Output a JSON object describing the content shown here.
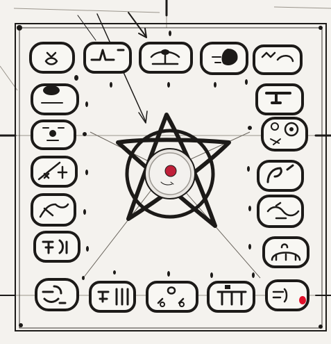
{
  "corner_mark": "4",
  "colors": {
    "ink": "#1c1a18",
    "paper": "#f4f2ee",
    "box_fill": "#f8f7f3",
    "center_red": "#c0203a",
    "accent_red": "#e0102a",
    "pencil": "#9a958c"
  },
  "glyphs": {
    "top": [
      "glyph-top-1",
      "glyph-top-2",
      "glyph-top-3",
      "glyph-top-4",
      "glyph-top-5"
    ],
    "right": [
      "glyph-right-1",
      "glyph-right-2",
      "glyph-right-3",
      "glyph-right-4",
      "glyph-right-5",
      "glyph-right-6"
    ],
    "bottom": [
      "glyph-bottom-1",
      "glyph-bottom-2",
      "glyph-bottom-3",
      "glyph-bottom-4",
      "glyph-bottom-5"
    ],
    "left": [
      "glyph-left-1",
      "glyph-left-2",
      "glyph-left-3",
      "glyph-left-4",
      "glyph-left-5",
      "glyph-left-6"
    ]
  }
}
